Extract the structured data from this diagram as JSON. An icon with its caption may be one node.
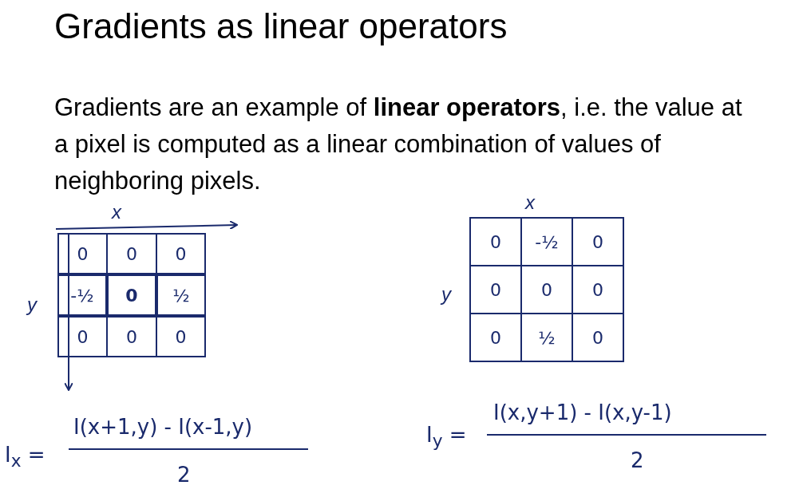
{
  "diagram": {
    "title": "Gradients as linear operators",
    "labels": [
      "Gradients are an example of **linear operators**, i.e. the value at a pixel is computed as a linear combination of values of neighboring pixels.",
      "x",
      "0",
      "0",
      "0",
      "-½",
      "0",
      "½",
      "0",
      "0",
      "0",
      "y",
      "x",
      "0",
      "-½",
      "0",
      "0",
      "0",
      "0",
      "0",
      "½",
      "0",
      "y",
      "I$_{x}$ =",
      "I(x+1,y) - I(x-1,y)",
      "2",
      "I$_{y}$ =",
      "I(x,y+1) - I(x,y-1)",
      "2"
    ]
  }
}
